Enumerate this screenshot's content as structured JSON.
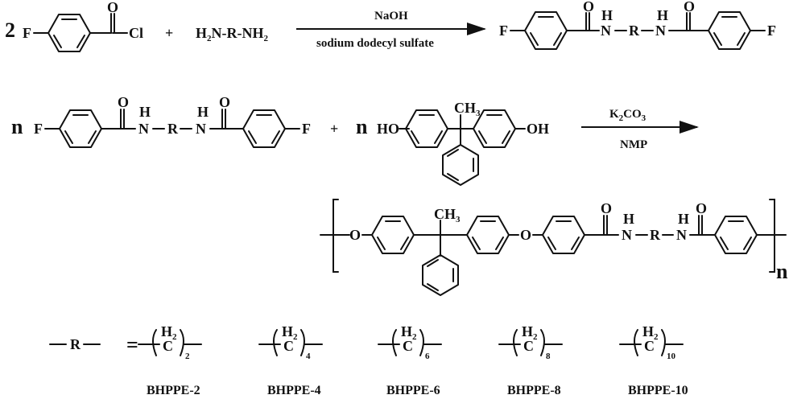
{
  "scheme": {
    "step1": {
      "coefficient": "2",
      "reactant1": {
        "name": "4-fluorobenzoyl chloride",
        "substituent": "F",
        "carbonyl_O": "O",
        "leaving_group": "Cl"
      },
      "plus": "+",
      "reactant2": {
        "left": "H",
        "left_sub": "2",
        "left_N": "N",
        "dash1": "-",
        "R": "R",
        "dash2": "-",
        "right_N": "NH",
        "right_sub": "2"
      },
      "conditions_above": "NaOH",
      "conditions_below": "sodium dodecyl sulfate",
      "product": {
        "name": "bis(4-fluorobenzamide)",
        "F_left": "F",
        "O": "O",
        "H": "H",
        "N": "N",
        "R": "R",
        "F_right": "F"
      }
    },
    "step2": {
      "coefficient1": "n",
      "monomer1": {
        "F_left": "F",
        "O": "O",
        "H": "H",
        "N": "N",
        "R": "R",
        "F_right": "F"
      },
      "plus": "+",
      "coefficient2": "n",
      "monomer2": {
        "name": "bisphenol AP",
        "HO": "HO",
        "OH": "OH",
        "CH3": "CH",
        "CH3_sub": "3"
      },
      "conditions_above": {
        "K": "K",
        "sub1": "2",
        "CO": "CO",
        "sub2": "3"
      },
      "conditions_below": "NMP"
    },
    "polymer": {
      "ether_O": "O",
      "CH3": "CH",
      "CH3_sub": "3",
      "amide_O": "O",
      "H": "H",
      "N": "N",
      "R": "R",
      "repeat": "n"
    },
    "r_groups": {
      "R_label": "R",
      "equals": "=",
      "unit_H": "H",
      "unit_H_sub": "2",
      "unit_C": "C",
      "items": [
        {
          "n": "2",
          "label": "BHPPE-2"
        },
        {
          "n": "4",
          "label": "BHPPE-4"
        },
        {
          "n": "6",
          "label": "BHPPE-6"
        },
        {
          "n": "8",
          "label": "BHPPE-8"
        },
        {
          "n": "10",
          "label": "BHPPE-10"
        }
      ]
    }
  }
}
